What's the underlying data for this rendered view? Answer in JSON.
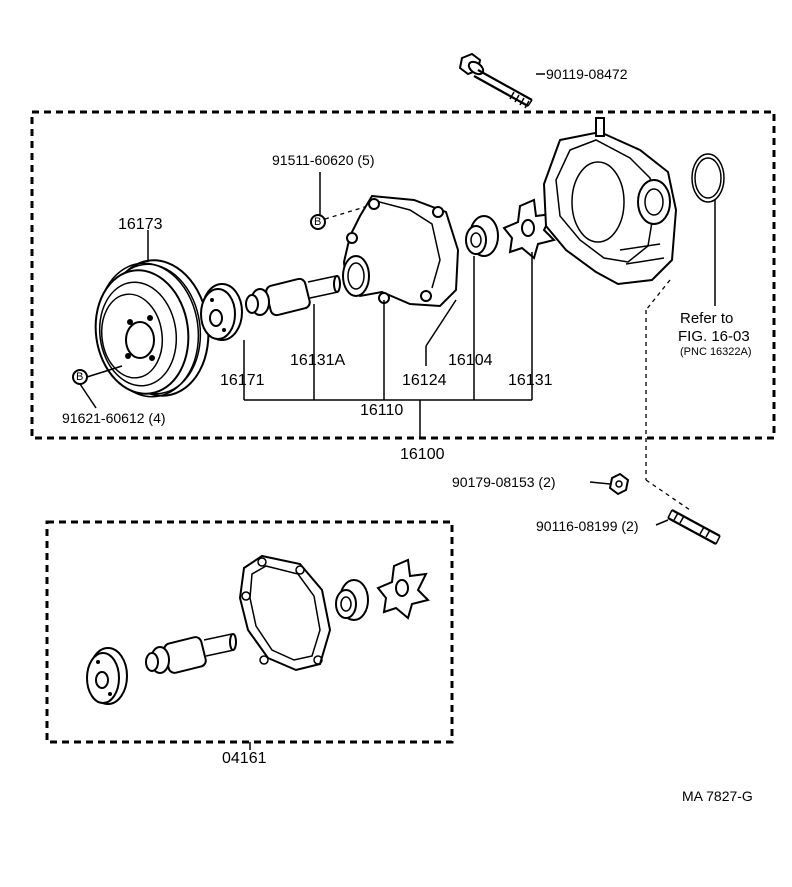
{
  "labels": {
    "bolt_top": "90119-08472",
    "bolt_set": "91511-60620 (5)",
    "pulley": "16173",
    "pulley_bolt": "91621-60612 (4)",
    "flange": "16171",
    "shaft_bearing": "16131A",
    "pump_body": "16124",
    "seal": "16104",
    "impeller": "16131",
    "sub_assy": "16110",
    "pump_assy": "16100",
    "refer_line1": "Refer to",
    "refer_line2": "FIG. 16-03",
    "refer_line3": "(PNC 16322A)",
    "nut": "90179-08153 (2)",
    "stud": "90116-08199 (2)",
    "gasket_kit": "04161",
    "figure_code": "MA 7827-G",
    "bolt_marker": "B"
  }
}
